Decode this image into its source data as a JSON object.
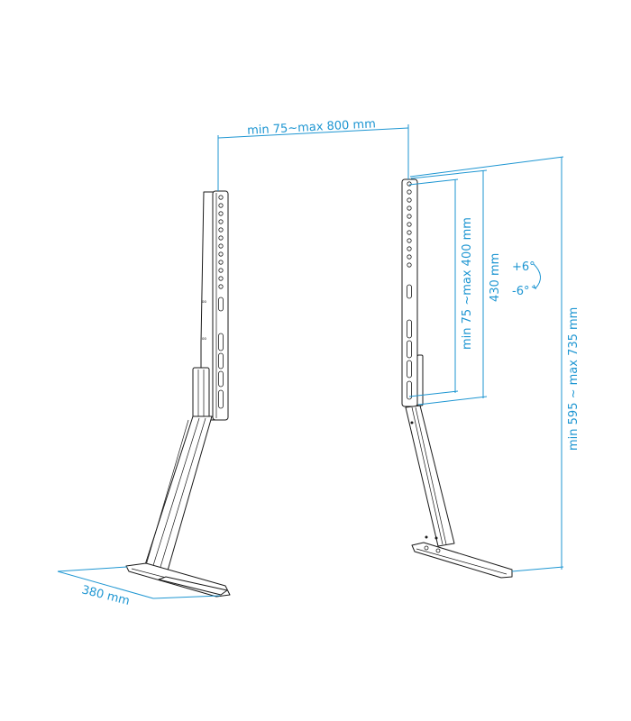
{
  "diagram": {
    "title": "TV table stand dimension drawing",
    "accent_color": "#1e96d2",
    "line_color": "#1a1a1a",
    "labels": {
      "width_range": "min 75~max 800 mm",
      "vesa_range": "min 75 ~max 400 mm",
      "bracket_height": "430 mm",
      "tilt_up": "+6°",
      "tilt_down": "-6°",
      "total_height": "min 595 ~ max 735 mm",
      "base_depth": "380 mm"
    },
    "parts": [
      "left-stand",
      "right-stand"
    ]
  }
}
